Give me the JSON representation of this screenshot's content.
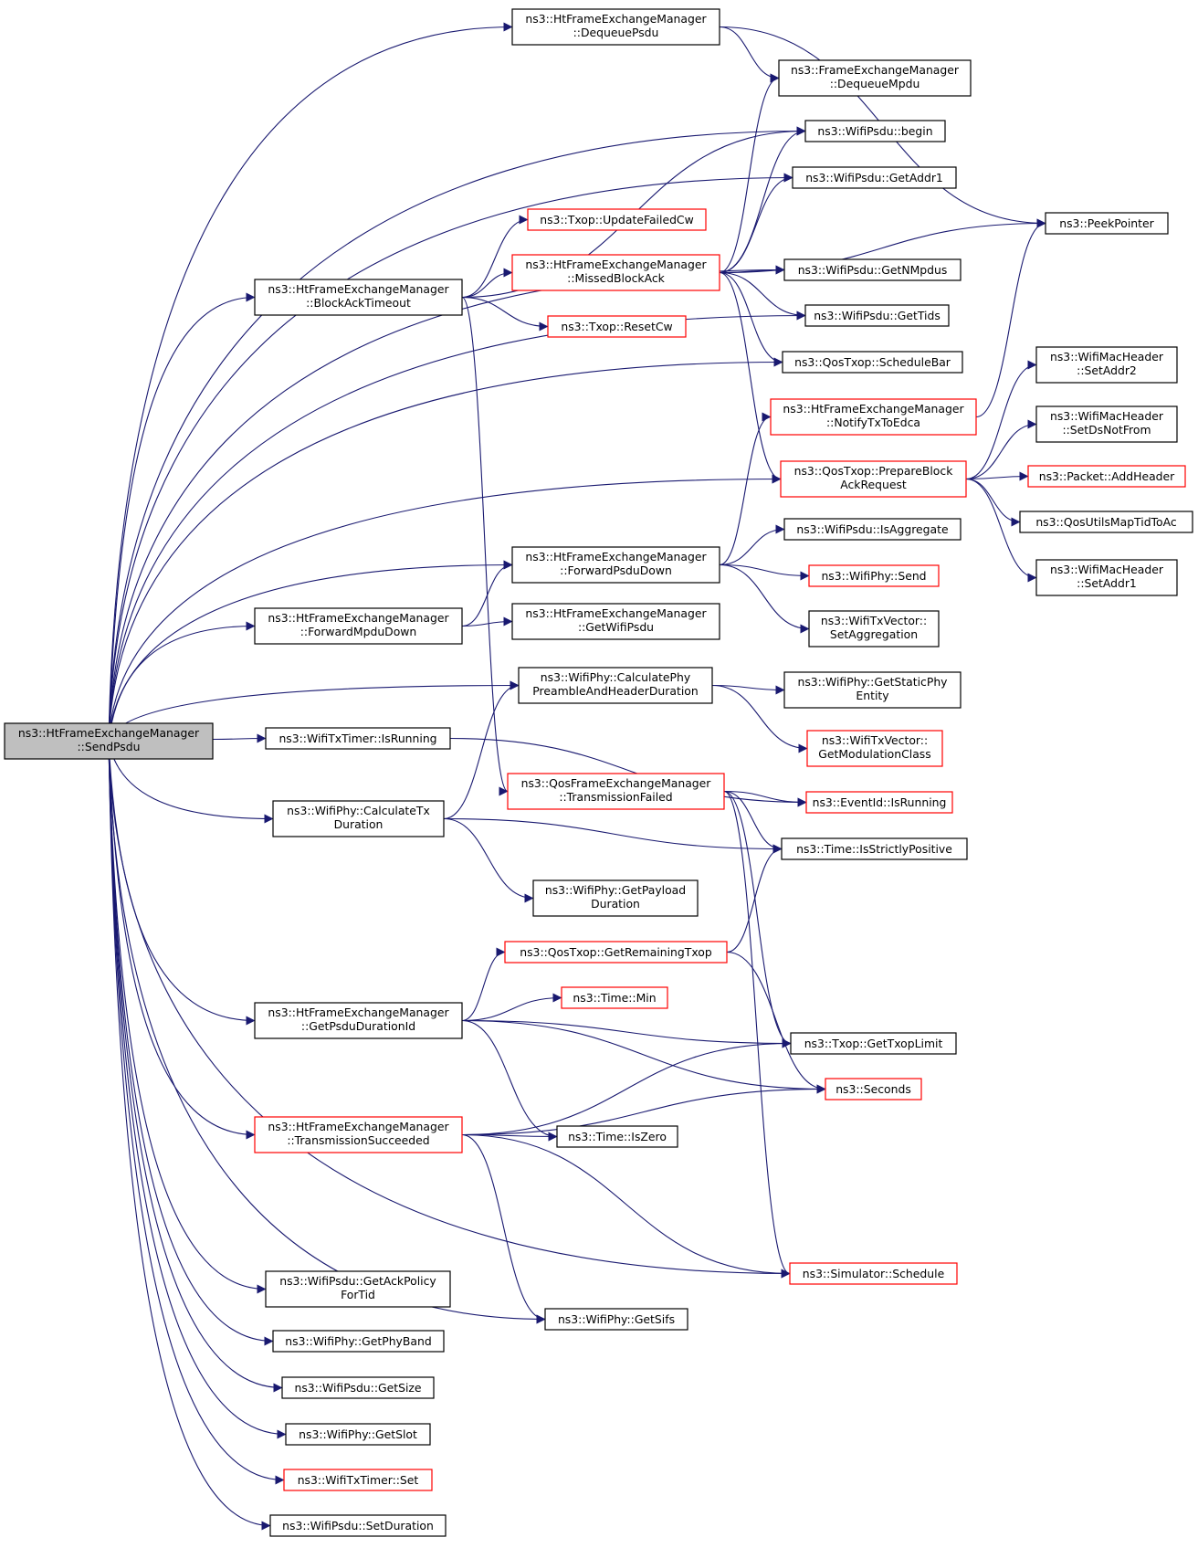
{
  "colors": {
    "edge": "#191970",
    "box_border": "#000000",
    "box_border_truncated": "#ff0000",
    "root_fill": "#bfbfbf",
    "box_fill": "#ffffff"
  },
  "nodes": [
    {
      "id": "sendpsdu",
      "lines": [
        "ns3::HtFrameExchangeManager",
        "::SendPsdu"
      ],
      "style": "root"
    },
    {
      "id": "dequeuepsdu",
      "lines": [
        "ns3::HtFrameExchangeManager",
        "::DequeuePsdu"
      ],
      "style": "normal"
    },
    {
      "id": "dequeuempdu",
      "lines": [
        "ns3::FrameExchangeManager",
        "::DequeueMpdu"
      ],
      "style": "normal"
    },
    {
      "id": "begin",
      "lines": [
        "ns3::WifiPsdu::begin"
      ],
      "style": "normal"
    },
    {
      "id": "getaddr1",
      "lines": [
        "ns3::WifiPsdu::GetAddr1"
      ],
      "style": "normal"
    },
    {
      "id": "peekpointer",
      "lines": [
        "ns3::PeekPointer"
      ],
      "style": "normal"
    },
    {
      "id": "updatefailedcw",
      "lines": [
        "ns3::Txop::UpdateFailedCw"
      ],
      "style": "truncated"
    },
    {
      "id": "missedblockack",
      "lines": [
        "ns3::HtFrameExchangeManager",
        "::MissedBlockAck"
      ],
      "style": "truncated"
    },
    {
      "id": "blockacktimeout",
      "lines": [
        "ns3::HtFrameExchangeManager",
        "::BlockAckTimeout"
      ],
      "style": "normal"
    },
    {
      "id": "getnmpdus",
      "lines": [
        "ns3::WifiPsdu::GetNMpdus"
      ],
      "style": "normal"
    },
    {
      "id": "resetcw",
      "lines": [
        "ns3::Txop::ResetCw"
      ],
      "style": "truncated"
    },
    {
      "id": "gettids",
      "lines": [
        "ns3::WifiPsdu::GetTids"
      ],
      "style": "normal"
    },
    {
      "id": "schedulebar",
      "lines": [
        "ns3::QosTxop::ScheduleBar"
      ],
      "style": "normal"
    },
    {
      "id": "setaddr2",
      "lines": [
        "ns3::WifiMacHeader",
        "::SetAddr2"
      ],
      "style": "normal"
    },
    {
      "id": "notifytxtoedca",
      "lines": [
        "ns3::HtFrameExchangeManager",
        "::NotifyTxToEdca"
      ],
      "style": "truncated"
    },
    {
      "id": "setdsnotfrom",
      "lines": [
        "ns3::WifiMacHeader",
        "::SetDsNotFrom"
      ],
      "style": "normal"
    },
    {
      "id": "prepareblockackrequest",
      "lines": [
        "ns3::QosTxop::PrepareBlock",
        "AckRequest"
      ],
      "style": "truncated"
    },
    {
      "id": "addheader",
      "lines": [
        "ns3::Packet::AddHeader"
      ],
      "style": "truncated"
    },
    {
      "id": "qosutilsmaptidtoac",
      "lines": [
        "ns3::QosUtilsMapTidToAc"
      ],
      "style": "normal"
    },
    {
      "id": "isaggregate",
      "lines": [
        "ns3::WifiPsdu::IsAggregate"
      ],
      "style": "normal"
    },
    {
      "id": "forwardpsdudown",
      "lines": [
        "ns3::HtFrameExchangeManager",
        "::ForwardPsduDown"
      ],
      "style": "normal"
    },
    {
      "id": "setaddr1",
      "lines": [
        "ns3::WifiMacHeader",
        "::SetAddr1"
      ],
      "style": "normal"
    },
    {
      "id": "wifiphysend",
      "lines": [
        "ns3::WifiPhy::Send"
      ],
      "style": "truncated"
    },
    {
      "id": "forwardmpdudown",
      "lines": [
        "ns3::HtFrameExchangeManager",
        "::ForwardMpduDown"
      ],
      "style": "normal"
    },
    {
      "id": "getwifipsdu",
      "lines": [
        "ns3::HtFrameExchangeManager",
        "::GetWifiPsdu"
      ],
      "style": "normal"
    },
    {
      "id": "setaggregation",
      "lines": [
        "ns3::WifiTxVector::",
        "SetAggregation"
      ],
      "style": "normal"
    },
    {
      "id": "calcpreamble",
      "lines": [
        "ns3::WifiPhy::CalculatePhy",
        "PreambleAndHeaderDuration"
      ],
      "style": "normal"
    },
    {
      "id": "getstaticphyentity",
      "lines": [
        "ns3::WifiPhy::GetStaticPhy",
        "Entity"
      ],
      "style": "normal"
    },
    {
      "id": "istimerrunning",
      "lines": [
        "ns3::WifiTxTimer::IsRunning"
      ],
      "style": "normal"
    },
    {
      "id": "getmodulationclass",
      "lines": [
        "ns3::WifiTxVector::",
        "GetModulationClass"
      ],
      "style": "truncated"
    },
    {
      "id": "transmissionfailed",
      "lines": [
        "ns3::QosFrameExchangeManager",
        "::TransmissionFailed"
      ],
      "style": "truncated"
    },
    {
      "id": "eventidisrunning",
      "lines": [
        "ns3::EventId::IsRunning"
      ],
      "style": "truncated"
    },
    {
      "id": "calculatetxduration",
      "lines": [
        "ns3::WifiPhy::CalculateTx",
        "Duration"
      ],
      "style": "normal"
    },
    {
      "id": "isstrictlypositive",
      "lines": [
        "ns3::Time::IsStrictlyPositive"
      ],
      "style": "normal"
    },
    {
      "id": "getpayloadduration",
      "lines": [
        "ns3::WifiPhy::GetPayload",
        "Duration"
      ],
      "style": "normal"
    },
    {
      "id": "getremainingtxop",
      "lines": [
        "ns3::QosTxop::GetRemainingTxop"
      ],
      "style": "truncated"
    },
    {
      "id": "timemin",
      "lines": [
        "ns3::Time::Min"
      ],
      "style": "truncated"
    },
    {
      "id": "getpsdudurationid",
      "lines": [
        "ns3::HtFrameExchangeManager",
        "::GetPsduDurationId"
      ],
      "style": "normal"
    },
    {
      "id": "gettxoplimit",
      "lines": [
        "ns3::Txop::GetTxopLimit"
      ],
      "style": "normal"
    },
    {
      "id": "seconds",
      "lines": [
        "ns3::Seconds"
      ],
      "style": "truncated"
    },
    {
      "id": "transmissionsucceeded",
      "lines": [
        "ns3::HtFrameExchangeManager",
        "::TransmissionSucceeded"
      ],
      "style": "truncated"
    },
    {
      "id": "iszero",
      "lines": [
        "ns3::Time::IsZero"
      ],
      "style": "normal"
    },
    {
      "id": "schedule",
      "lines": [
        "ns3::Simulator::Schedule"
      ],
      "style": "truncated"
    },
    {
      "id": "getackpolicyfortid",
      "lines": [
        "ns3::WifiPsdu::GetAckPolicy",
        "ForTid"
      ],
      "style": "normal"
    },
    {
      "id": "getsifs",
      "lines": [
        "ns3::WifiPhy::GetSifs"
      ],
      "style": "normal"
    },
    {
      "id": "getphyband",
      "lines": [
        "ns3::WifiPhy::GetPhyBand"
      ],
      "style": "normal"
    },
    {
      "id": "getsize",
      "lines": [
        "ns3::WifiPsdu::GetSize"
      ],
      "style": "normal"
    },
    {
      "id": "getslot",
      "lines": [
        "ns3::WifiPhy::GetSlot"
      ],
      "style": "normal"
    },
    {
      "id": "timerset",
      "lines": [
        "ns3::WifiTxTimer::Set"
      ],
      "style": "truncated"
    },
    {
      "id": "setduration",
      "lines": [
        "ns3::WifiPsdu::SetDuration"
      ],
      "style": "normal"
    }
  ]
}
